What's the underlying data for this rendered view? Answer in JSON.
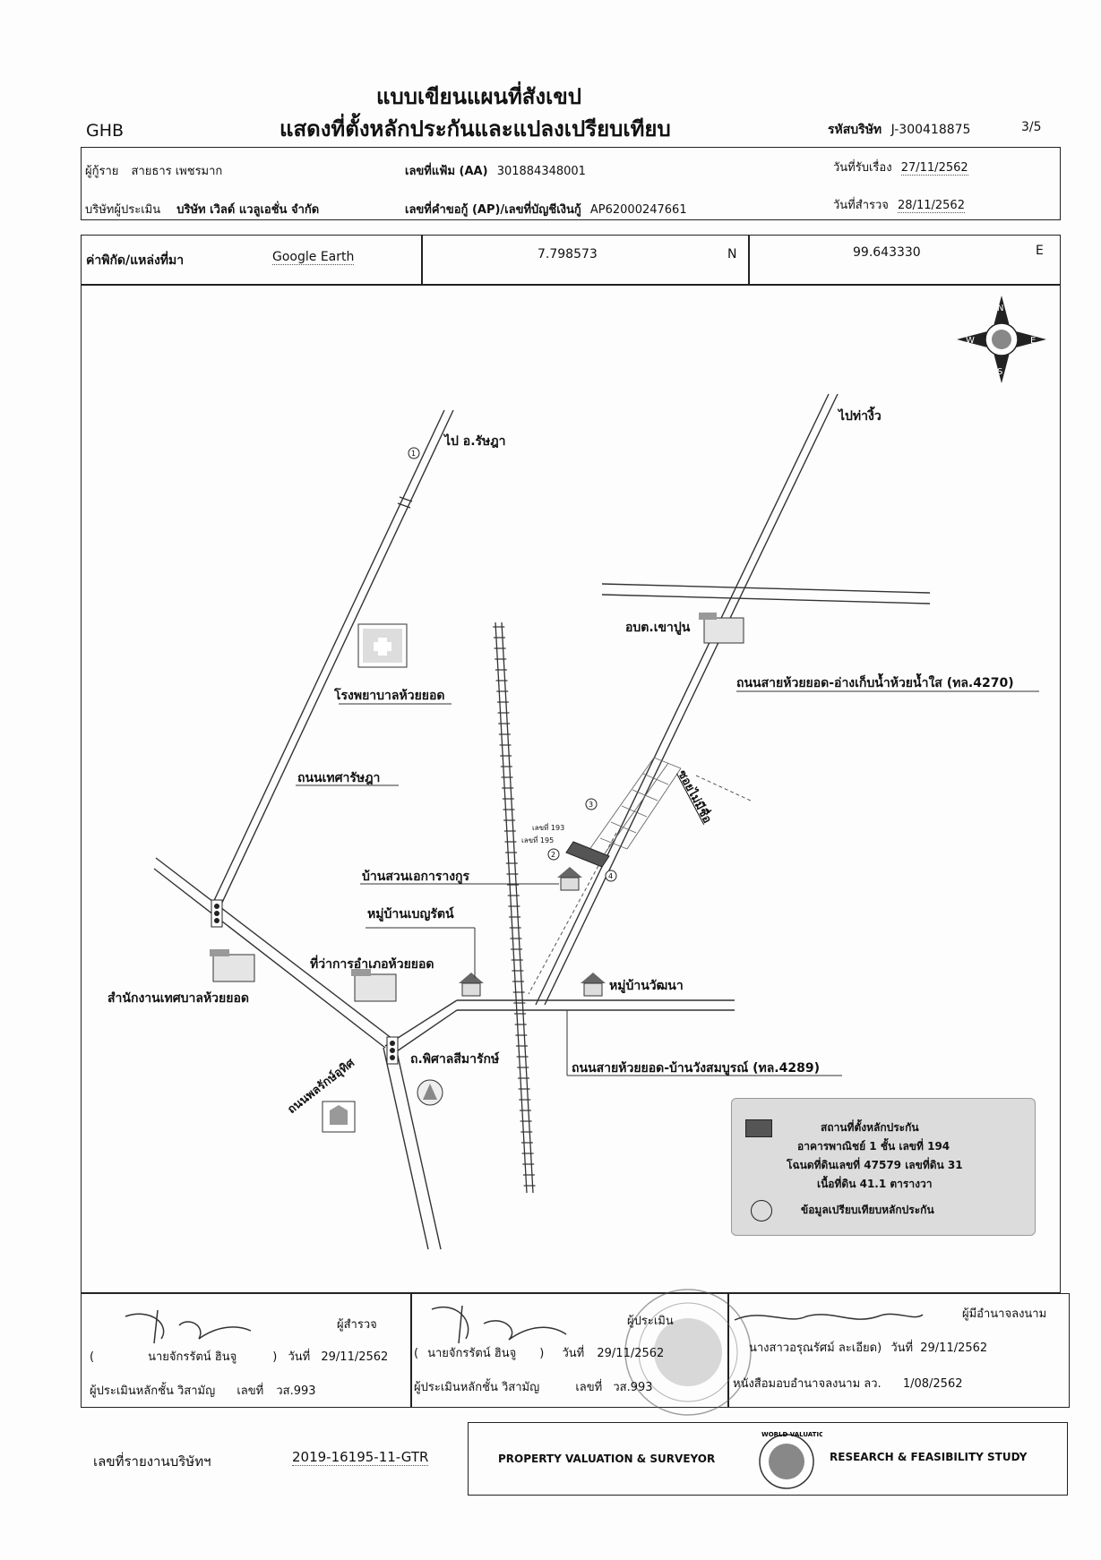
{
  "header": {
    "logo": "GHB",
    "title_line1": "แบบเขียนแผนที่สังเขป",
    "title_line2": "แสดงที่ตั้งหลักประกันและแปลงเปรียบเทียบ",
    "company_code_label": "รหัสบริษัท",
    "company_code": "J-300418875",
    "page": "3/5"
  },
  "info": {
    "borrower_label": "ผู้กู้ราย",
    "borrower": "สายธาร เพชรมาก",
    "file_no_label": "เลขที่แฟ้ม (AA)",
    "file_no": "301884348001",
    "received_label": "วันที่รับเรื่อง",
    "received": "27/11/2562",
    "appraiser_co_label": "บริษัทผู้ประเมิน",
    "appraiser_co": "บริษัท เวิลด์ แวลูเอชั่น จำกัด",
    "loan_no_label": "เลขที่คำขอกู้ (AP)/เลขที่บัญชีเงินกู้",
    "loan_no": "AP62000247661",
    "survey_label": "วันที่สำรวจ",
    "survey": "28/11/2562"
  },
  "coords": {
    "label": "ค่าพิกัด/แหล่งที่มา",
    "source": "Google Earth",
    "lat": "7.798573",
    "lat_dir": "N",
    "lon": "99.643330",
    "lon_dir": "E"
  },
  "compass": {
    "n": "N",
    "s": "S",
    "e": "E",
    "w": "W"
  },
  "map_labels": {
    "to_ratsada": "ไป อ.รัษฎา",
    "to_thangiw": "ไปท่างิ้ว",
    "obt": "อบต.เขาปูน",
    "hospital": "โรงพยาบาลห้วยยอด",
    "road_4270": "ถนนสายห้วยยอด-อ่างเก็บน้ำห้วยน้ำใส (ทล.4270)",
    "road_thetsa": "ถนนเทศารัษฎา",
    "soi_name": "ซอยไม่มีชื่อ",
    "lot_193": "เลขที่ 193",
    "lot_195": "เลขที่ 195",
    "baansuan": "บ้านสวนเอการางกูร",
    "moo_bencharat": "หมู่บ้านเบญรัตน์",
    "district_office": "ที่ว่าการอำเภอห้วยยอด",
    "municipality": "สำนักงานเทศบาลห้วยยอด",
    "moo_wattana": "หมู่บ้านวัฒนา",
    "road_phitsan": "ถ.พิศาลสีมารักษ์",
    "road_pholarak": "ถนนพลรักษ์อุทิศ",
    "road_4289": "ถนนสายห้วยยอด-บ้านวังสมบูรณ์ (ทล.4289)",
    "marker_1": "1",
    "marker_2": "2",
    "marker_3": "3",
    "marker_4": "4"
  },
  "legend": {
    "line1": "สถานที่ตั้งหลักประกัน",
    "line2": "อาคารพาณิชย์ 1 ชั้น เลขที่ 194",
    "line3": "โฉนดที่ดินเลขที่ 47579 เลขที่ดิน 31",
    "line4": "เนื้อที่ดิน 41.1 ตารางวา",
    "line5": "ข้อมูลเปรียบเทียบหลักประกัน",
    "subject_color": "#555555"
  },
  "signatures": {
    "surveyor_role": "ผู้สำรวจ",
    "surveyor_name": "นายจักรรัตน์ ฮินจู",
    "date_label": "วันที่",
    "surveyor_date": "29/11/2562",
    "surveyor_title": "ผู้ประเมินหลักชั้น วิสามัญ",
    "no_label": "เลขที่",
    "surveyor_no": "วส.993",
    "appraiser_role": "ผู้ประเมิน",
    "appraiser_name": "นายจักรรัตน์ ฮินจู",
    "appraiser_date": "29/11/2562",
    "appraiser_title": "ผู้ประเมินหลักชั้น วิสามัญ",
    "appraiser_no": "วส.993",
    "signer_role": "ผู้มีอำนาจลงนาม",
    "signer_name": "นางสาวอรุณรัศม์ ละเอียด",
    "signer_date": "29/11/2562",
    "auth_label": "หนังสือมอบอำนาจลงนาม ลว.",
    "auth_date": "1/08/2562"
  },
  "footer": {
    "report_label": "เลขที่รายงานบริษัทฯ",
    "report_no": "2019-16195-11-GTR",
    "left_service": "PROPERTY VALUATION & SURVEYOR",
    "right_service": "RESEARCH & FEASIBILITY STUDY",
    "seal_text": "WORLD VALUATION"
  }
}
